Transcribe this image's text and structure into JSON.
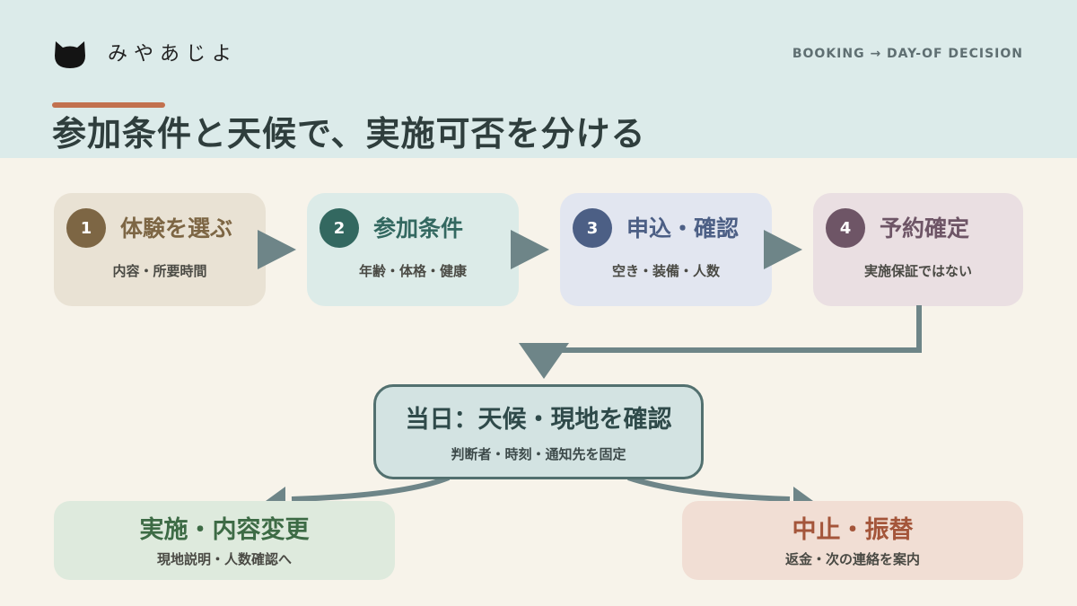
{
  "header": {
    "brand": "みやあじよ",
    "tag": "BOOKING → DAY-OF DECISION",
    "title": "参加条件と天候で、実施可否を分ける",
    "accent_color": "#c2714f"
  },
  "steps": [
    {
      "num": "1",
      "title": "体験を選ぶ",
      "sub": "内容・所要時間",
      "bg": "#e9e2d4",
      "accent": "#7d6644"
    },
    {
      "num": "2",
      "title": "参加条件",
      "sub": "年齢・体格・健康",
      "bg": "#dcebe8",
      "accent": "#336860"
    },
    {
      "num": "3",
      "title": "申込・確認",
      "sub": "空き・装備・人数",
      "bg": "#e2e6f0",
      "accent": "#4c5f85"
    },
    {
      "num": "4",
      "title": "予約確定",
      "sub": "実施保証ではない",
      "bg": "#eadfe2",
      "accent": "#6e5566"
    }
  ],
  "decision": {
    "title": "当日：天候・現地を確認",
    "sub": "判断者・時刻・通知先を固定"
  },
  "outcomes": {
    "go": {
      "title": "実施・内容変更",
      "sub": "現地説明・人数確認へ",
      "bg": "#deeadd",
      "accent": "#3d6b45"
    },
    "cancel": {
      "title": "中止・振替",
      "sub": "返金・次の連絡を案内",
      "bg": "#f1ded4",
      "accent": "#a4553a"
    }
  },
  "arrow_color": "#6e8588"
}
